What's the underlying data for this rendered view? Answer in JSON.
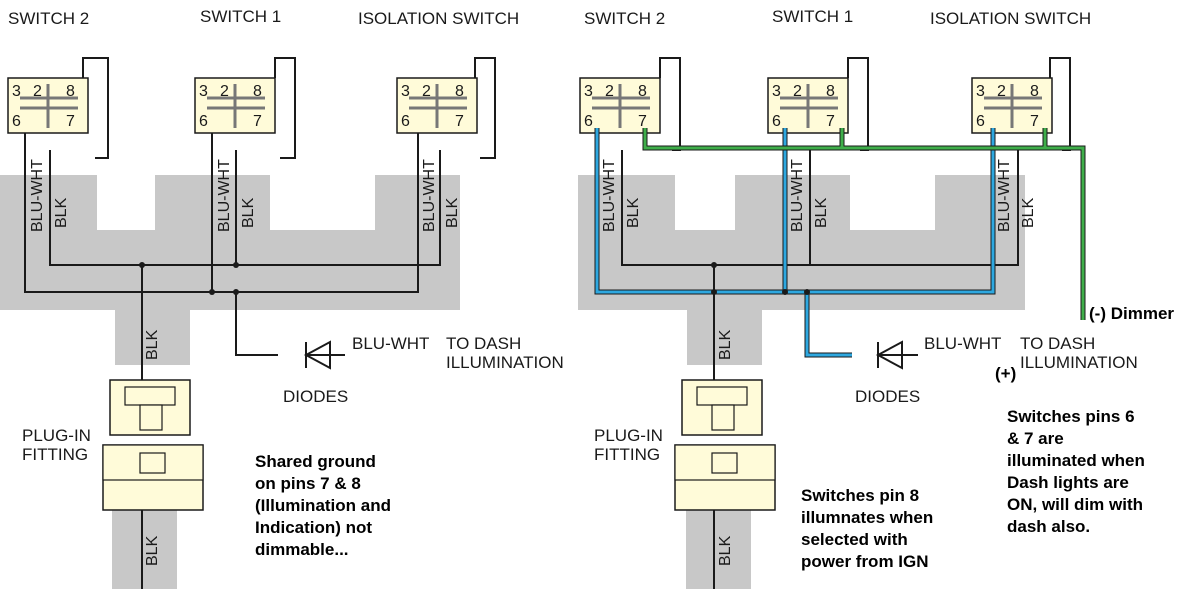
{
  "panels": [
    {
      "switches": [
        {
          "title": "SWITCH 2",
          "pins": [
            "3",
            "2",
            "8",
            "6",
            "7"
          ]
        },
        {
          "title": "SWITCH 1",
          "pins": [
            "3",
            "2",
            "8",
            "6",
            "7"
          ]
        },
        {
          "title": "ISOLATION SWITCH",
          "pins": [
            "3",
            "2",
            "8",
            "6",
            "7"
          ]
        }
      ],
      "wire_labels": {
        "blu_wht": "BLU-WHT",
        "blk": "BLK"
      },
      "dash_line1": "TO DASH",
      "dash_line2": "ILLUMINATION",
      "diode_wire": "BLU-WHT",
      "diodes": "DIODES",
      "plug_line1": "PLUG-IN",
      "plug_line2": "FITTING",
      "note": [
        "Shared ground",
        "on pins 7 & 8",
        "(Illumination and",
        "Indication) not",
        "dimmable..."
      ]
    },
    {
      "switches": [
        {
          "title": "SWITCH 2",
          "pins": [
            "3",
            "2",
            "8",
            "6",
            "7"
          ]
        },
        {
          "title": "SWITCH 1",
          "pins": [
            "3",
            "2",
            "8",
            "6",
            "7"
          ]
        },
        {
          "title": "ISOLATION SWITCH",
          "pins": [
            "3",
            "2",
            "8",
            "6",
            "7"
          ]
        }
      ],
      "wire_labels": {
        "blu_wht": "BLU-WHT",
        "blk": "BLK"
      },
      "dash_line1": "TO DASH",
      "dash_line2": "ILLUMINATION",
      "diode_wire": "BLU-WHT",
      "diodes": "DIODES",
      "plug_line1": "PLUG-IN",
      "plug_line2": "FITTING",
      "dimmer": "(-) Dimmer",
      "plus": "(+)",
      "note_pin8": [
        "Switches pin 8",
        "illumnates when",
        "selected with",
        "power from IGN"
      ],
      "note_pin67": [
        "Switches pins 6",
        "& 7 are",
        "illuminated when",
        "Dash lights are",
        "ON, will dim with",
        "dash also."
      ]
    }
  ],
  "colors": {
    "shade": "#c8c8c8",
    "wire": "#1a1a1a",
    "switch_fill": "#fffbd9",
    "blue_wire": "#2ea8e0",
    "green_wire": "#3fae4a"
  }
}
